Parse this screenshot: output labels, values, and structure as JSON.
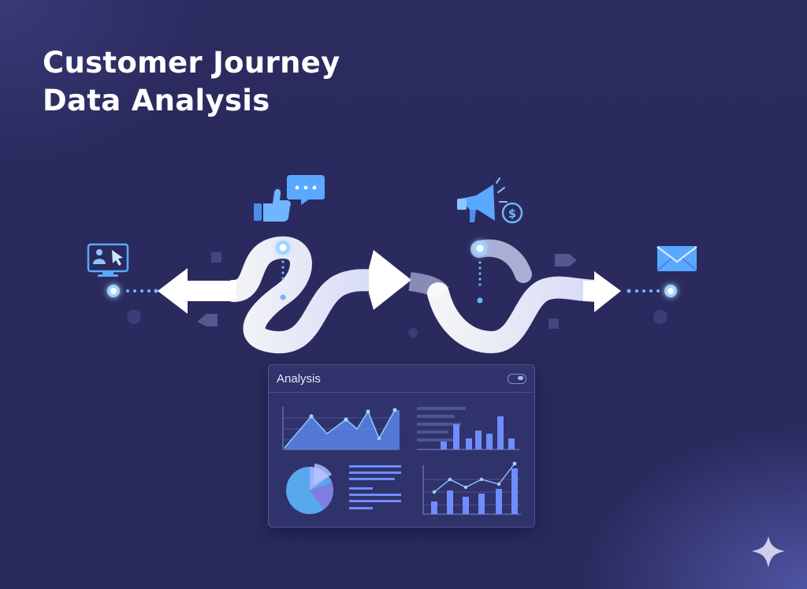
{
  "title": {
    "line1": "Customer Journey",
    "line2": "Data Analysis"
  },
  "icons": {
    "monitor": "monitor-cursor-icon",
    "thumbs": "thumbs-up-icon",
    "chat": "chat-bubble-icon",
    "megaphone": "megaphone-icon",
    "dollar": "dollar-coin-icon",
    "envelope": "envelope-icon",
    "sparkle": "sparkle-icon"
  },
  "panel": {
    "title": "Analysis"
  },
  "colors": {
    "background": "#2a2a5e",
    "accent": "#5aa8ff",
    "path": "#eef0ff",
    "bars": "#6f8dff"
  }
}
